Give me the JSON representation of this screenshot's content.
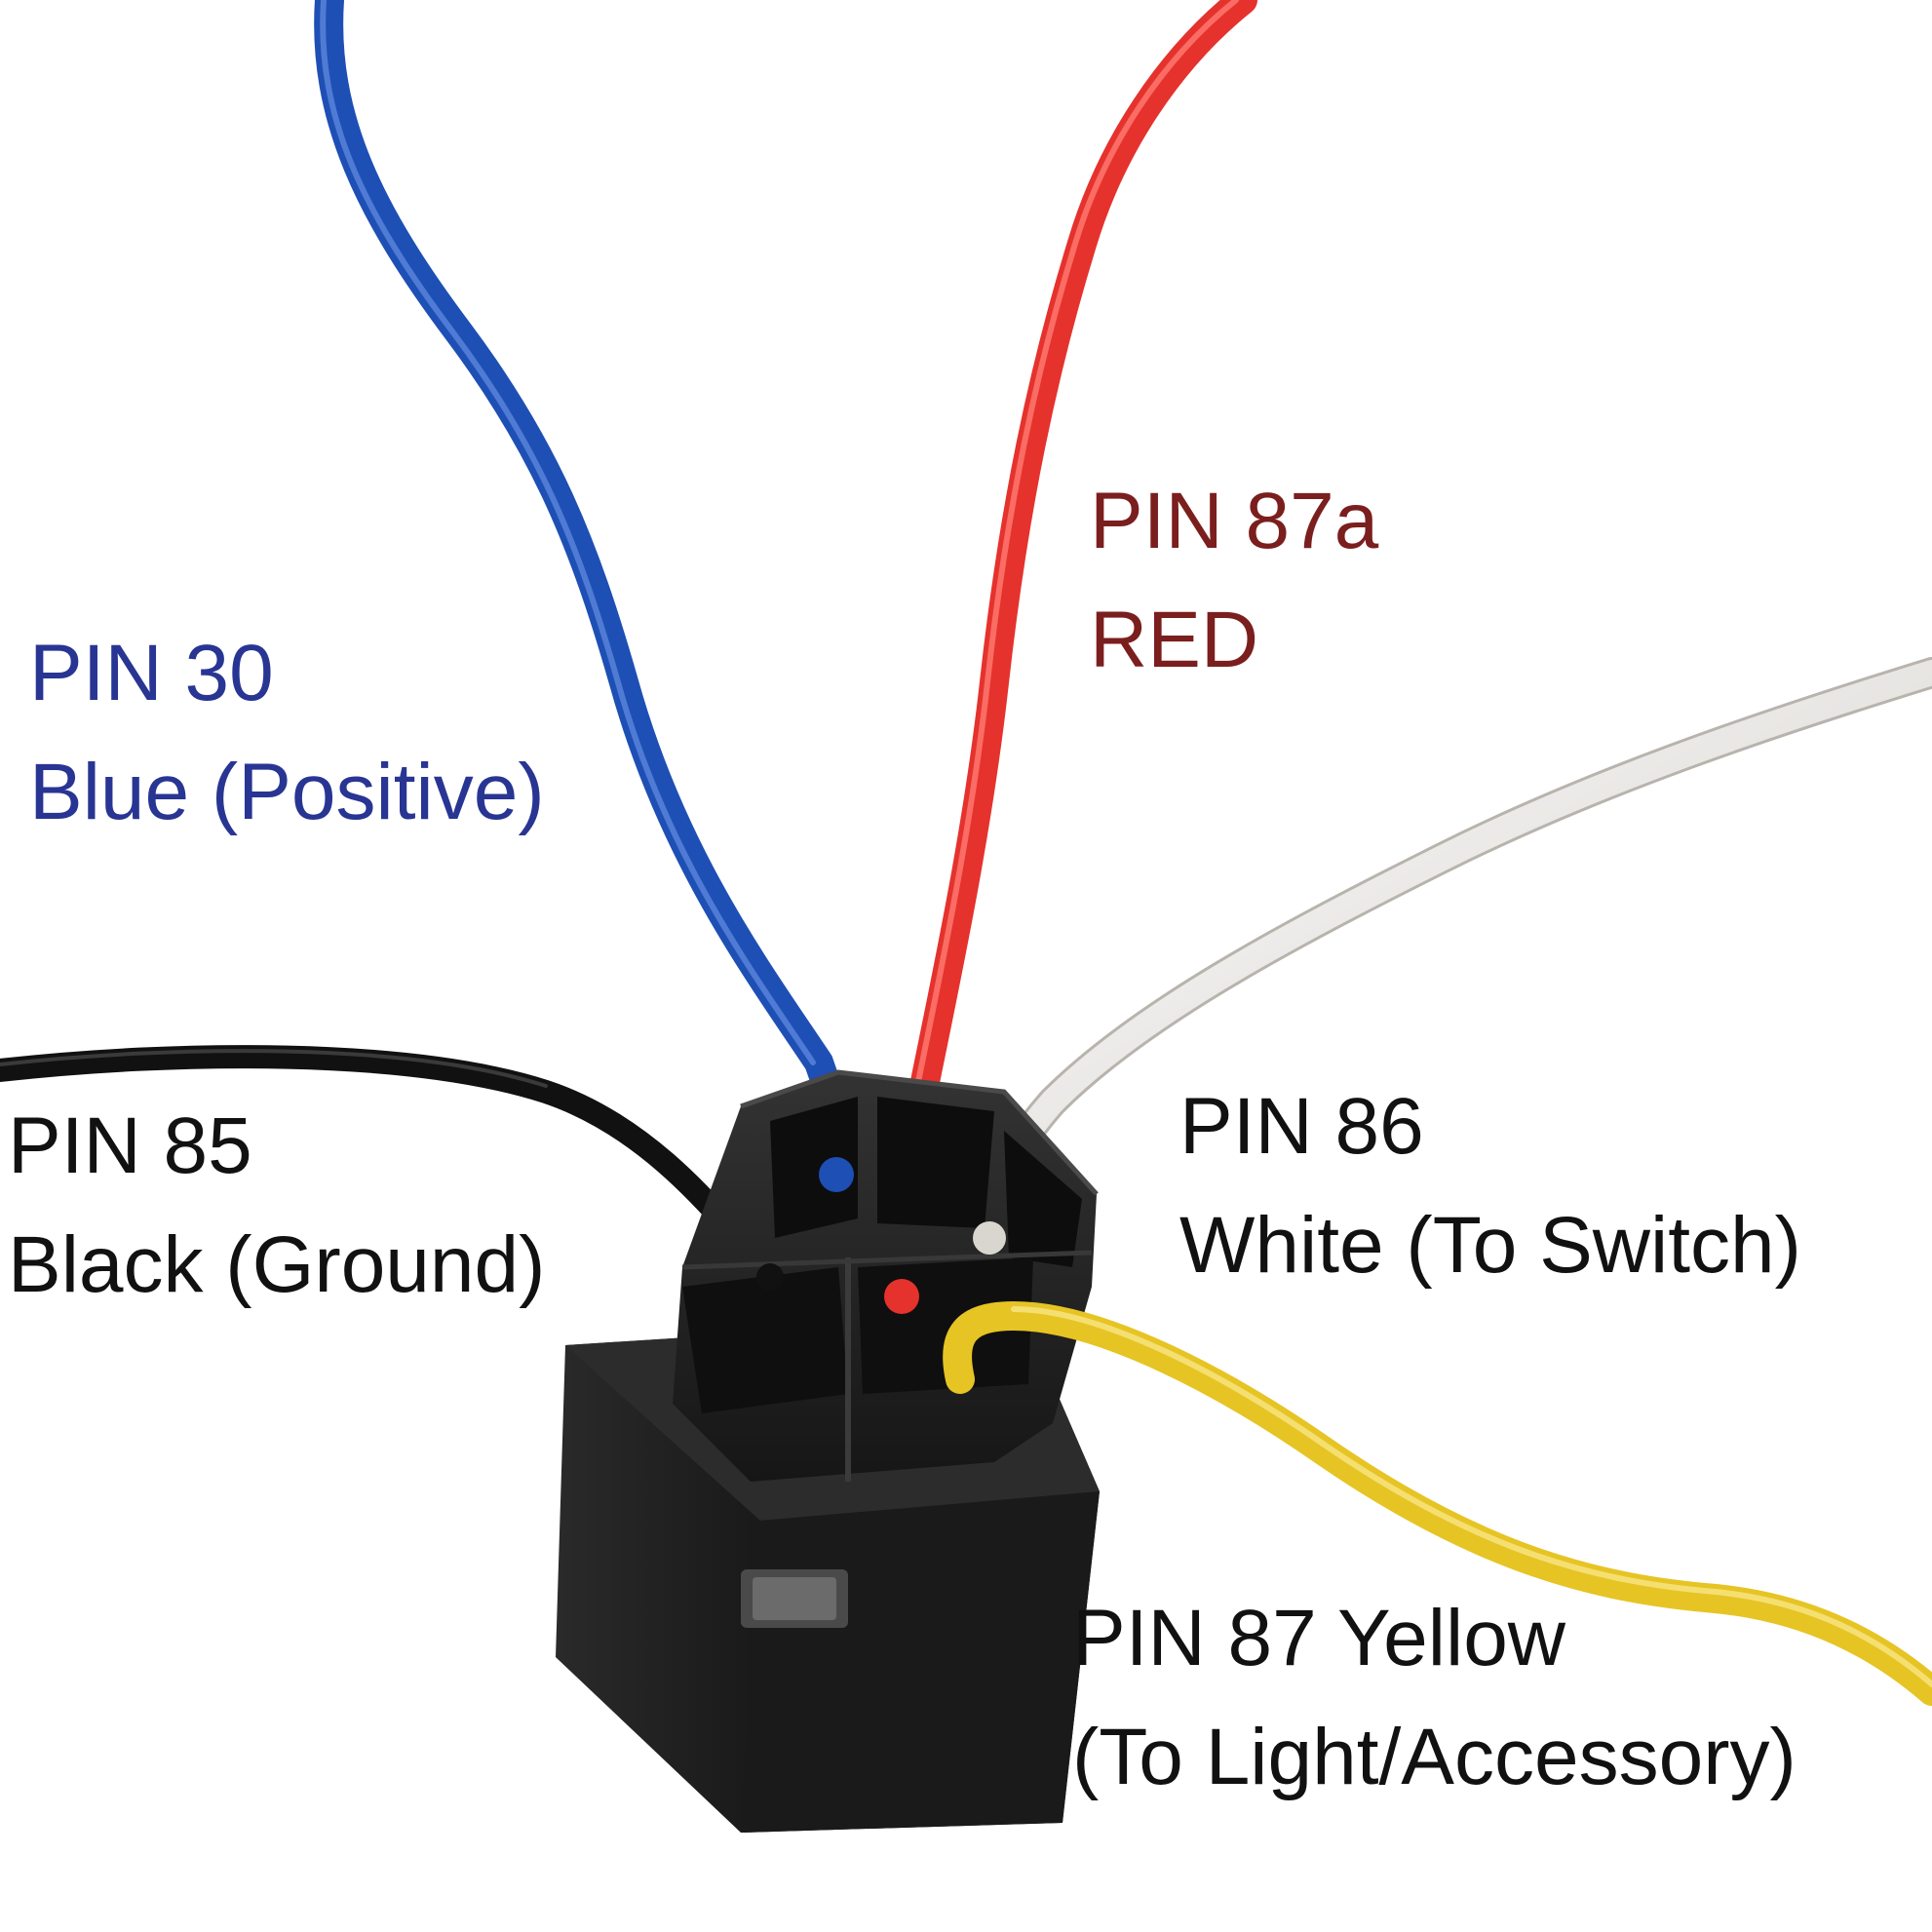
{
  "labels": {
    "pin30": {
      "line1": "PIN 30",
      "line2": "Blue (Positive)",
      "color": "#283593"
    },
    "pin87a": {
      "line1": "PIN 87a",
      "line2": "RED",
      "color": "#7b1e1e"
    },
    "pin85": {
      "line1": "PIN 85",
      "line2": "Black (Ground)",
      "color": "#111111"
    },
    "pin86": {
      "line1": "PIN 86",
      "line2": "White (To Switch)",
      "color": "#111111"
    },
    "pin87": {
      "line1": "PIN 87 Yellow",
      "line2": "(To Light/Accessory)",
      "color": "#111111"
    }
  },
  "colors": {
    "wire_blue": "#1e4fb5",
    "wire_red": "#e5322d",
    "wire_white": "#e6e4e0",
    "wire_black": "#111111",
    "wire_yellow": "#e6c424",
    "socket_body": "#1b1b1b"
  }
}
